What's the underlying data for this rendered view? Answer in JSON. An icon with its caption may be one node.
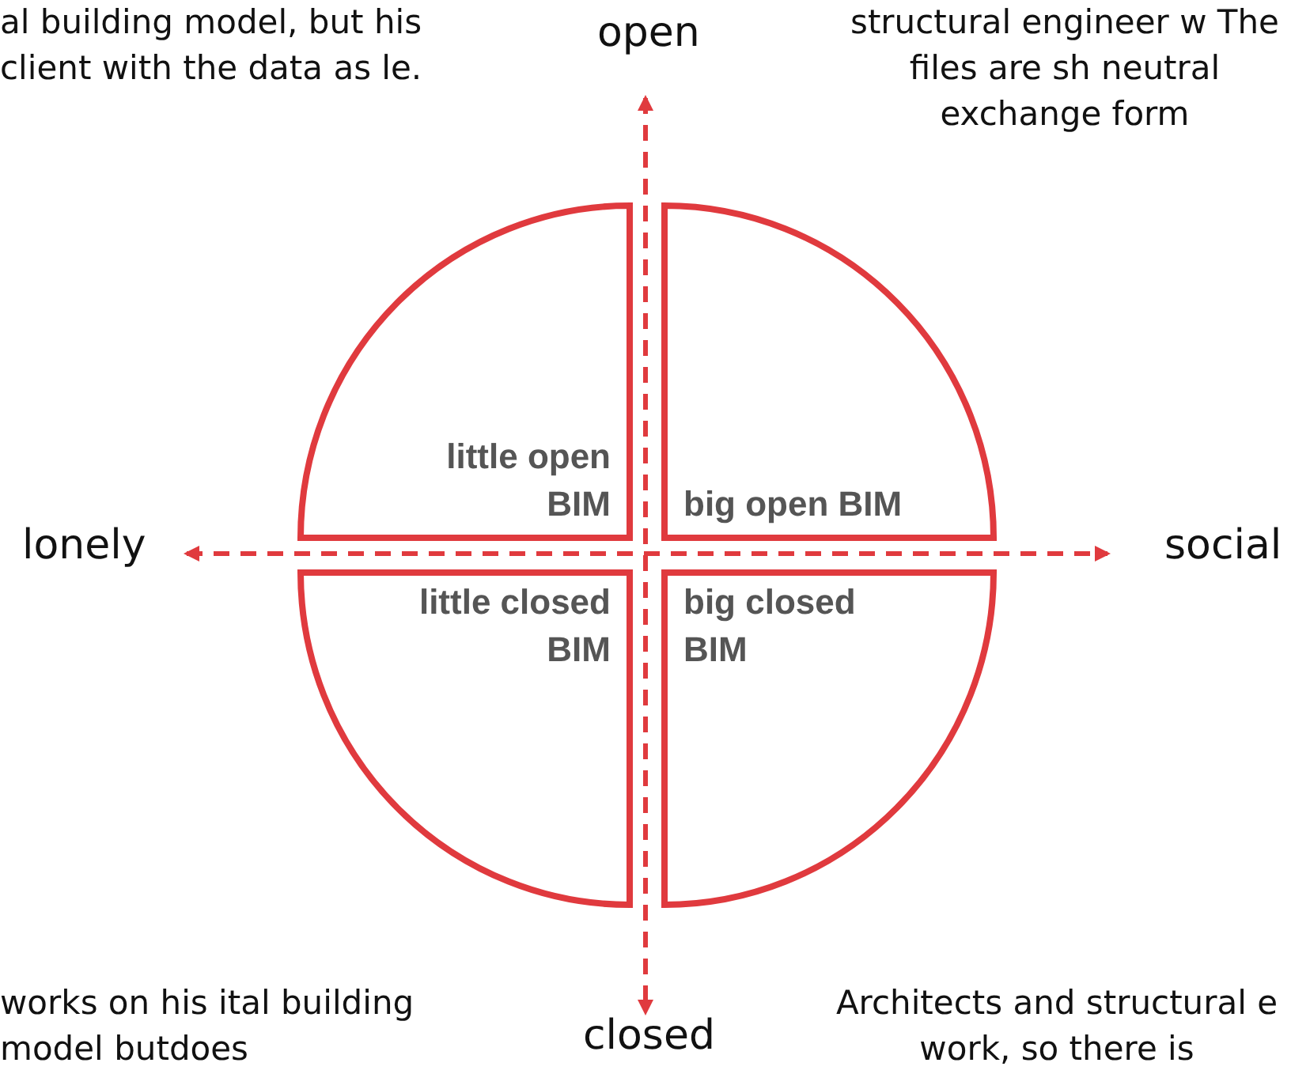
{
  "diagram": {
    "nodes": [
      {
        "text": [
          "little open BIM"
        ]
      },
      {
        "text": [
          "big open BIM"
        ]
      },
      {
        "text": [
          "little closed BIM"
        ]
      },
      {
        "text": [
          "big closed BIM"
        ]
      }
    ],
    "labels": [
      "al building model, but his client with the data as le.",
      "structural engineer w The files are sh neutral exchange form",
      "open",
      "lonely",
      "social",
      "closed",
      "works on his ital building model butdoes",
      "Architects and structural e work, so there is"
    ]
  }
}
